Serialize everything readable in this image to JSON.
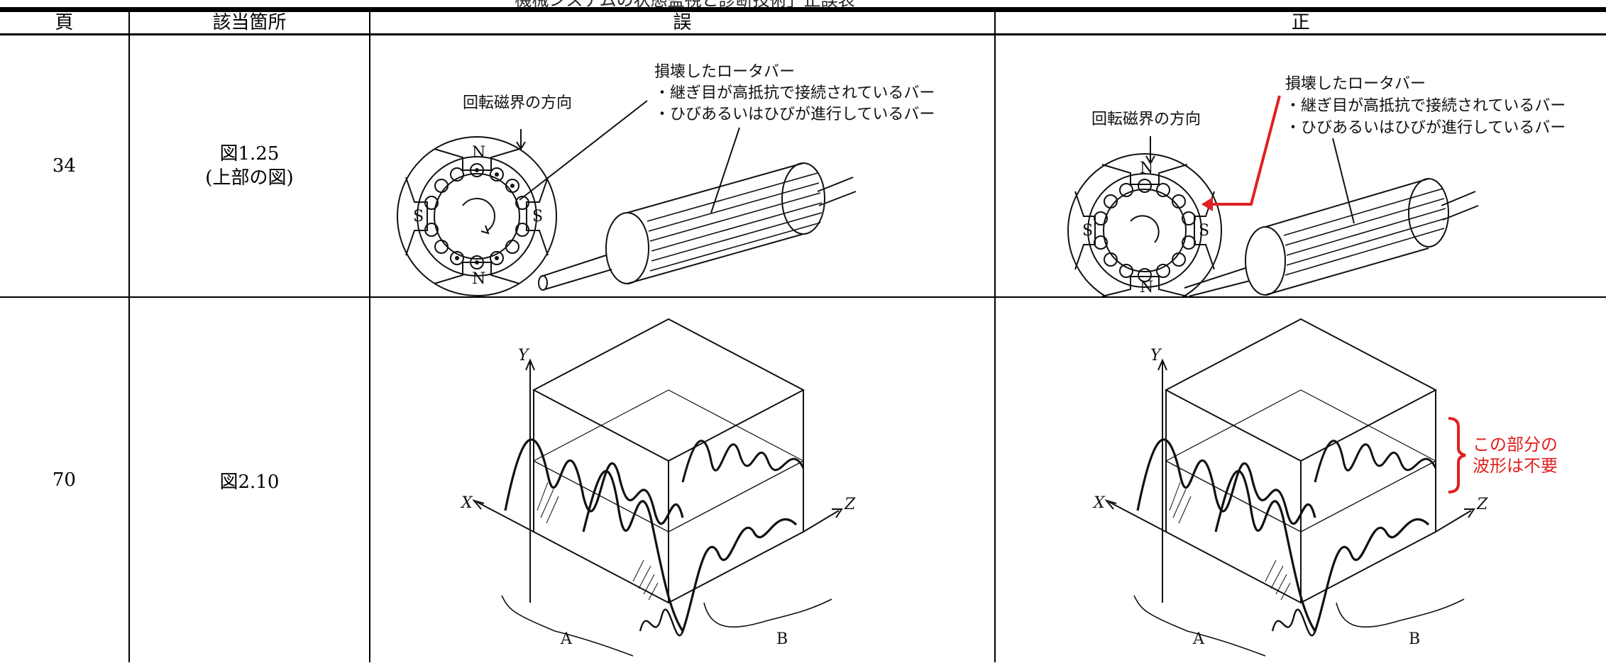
{
  "document": {
    "title": "機械システムの状態監視と診断技術」正誤表"
  },
  "table": {
    "headers": {
      "page": "頁",
      "location": "該当箇所",
      "wrong": "誤",
      "right": "正"
    },
    "rows": [
      {
        "page": "34",
        "location_line1": "図1.25",
        "location_line2": "(上部の図)",
        "figure": {
          "field_direction": "回転磁界の方向",
          "rotor_bar_title": "損壊したロータバー",
          "rotor_bar_item1": "・継ぎ目が高抵抗で接続されているバー",
          "rotor_bar_item2": "・ひびあるいはひびが進行しているバー",
          "pole_n": "N",
          "pole_s": "S"
        }
      },
      {
        "page": "70",
        "location": "図2.10",
        "figure": {
          "axis_x": "X",
          "axis_y": "Y",
          "axis_z": "Z",
          "label_a": "A",
          "label_b": "B"
        },
        "correction_note_line1": "この部分の",
        "correction_note_line2": "波形は不要"
      }
    ]
  },
  "colors": {
    "correction": "#e02020",
    "ink": "#111111"
  }
}
